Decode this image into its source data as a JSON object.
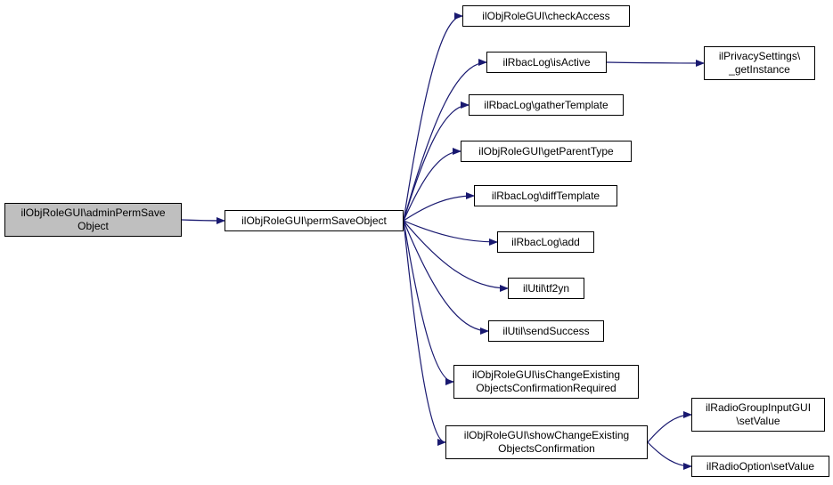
{
  "diagram": {
    "nodes": [
      {
        "id": "admin",
        "label": "ilObjRoleGUI\\adminPermSave\nObject",
        "highlighted": true
      },
      {
        "id": "perm",
        "label": "ilObjRoleGUI\\permSaveObject"
      },
      {
        "id": "check",
        "label": "ilObjRoleGUI\\checkAccess"
      },
      {
        "id": "isactive",
        "label": "ilRbacLog\\isActive"
      },
      {
        "id": "privacy",
        "label": "ilPrivacySettings\\\n_getInstance"
      },
      {
        "id": "gather",
        "label": "ilRbacLog\\gatherTemplate"
      },
      {
        "id": "parent",
        "label": "ilObjRoleGUI\\getParentType"
      },
      {
        "id": "diff",
        "label": "ilRbacLog\\diffTemplate"
      },
      {
        "id": "add",
        "label": "ilRbacLog\\add"
      },
      {
        "id": "tf2yn",
        "label": "ilUtil\\tf2yn"
      },
      {
        "id": "success",
        "label": "ilUtil\\sendSuccess"
      },
      {
        "id": "ischange",
        "label": "ilObjRoleGUI\\isChangeExisting\nObjectsConfirmationRequired"
      },
      {
        "id": "showchange",
        "label": "ilObjRoleGUI\\showChangeExisting\nObjectsConfirmation"
      },
      {
        "id": "radiogroup",
        "label": "ilRadioGroupInputGUI\n\\setValue"
      },
      {
        "id": "radiooption",
        "label": "ilRadioOption\\setValue"
      }
    ],
    "edges": [
      {
        "from": "admin",
        "to": "perm"
      },
      {
        "from": "perm",
        "to": "check"
      },
      {
        "from": "perm",
        "to": "isactive"
      },
      {
        "from": "isactive",
        "to": "privacy"
      },
      {
        "from": "perm",
        "to": "gather"
      },
      {
        "from": "perm",
        "to": "parent"
      },
      {
        "from": "perm",
        "to": "diff"
      },
      {
        "from": "perm",
        "to": "add"
      },
      {
        "from": "perm",
        "to": "tf2yn"
      },
      {
        "from": "perm",
        "to": "success"
      },
      {
        "from": "perm",
        "to": "ischange"
      },
      {
        "from": "perm",
        "to": "showchange"
      },
      {
        "from": "showchange",
        "to": "radiogroup"
      },
      {
        "from": "showchange",
        "to": "radiooption"
      }
    ],
    "colors": {
      "edge": "#191970",
      "node_border": "#000000",
      "root_fill": "#bfbfbf",
      "node_fill": "#ffffff"
    }
  }
}
